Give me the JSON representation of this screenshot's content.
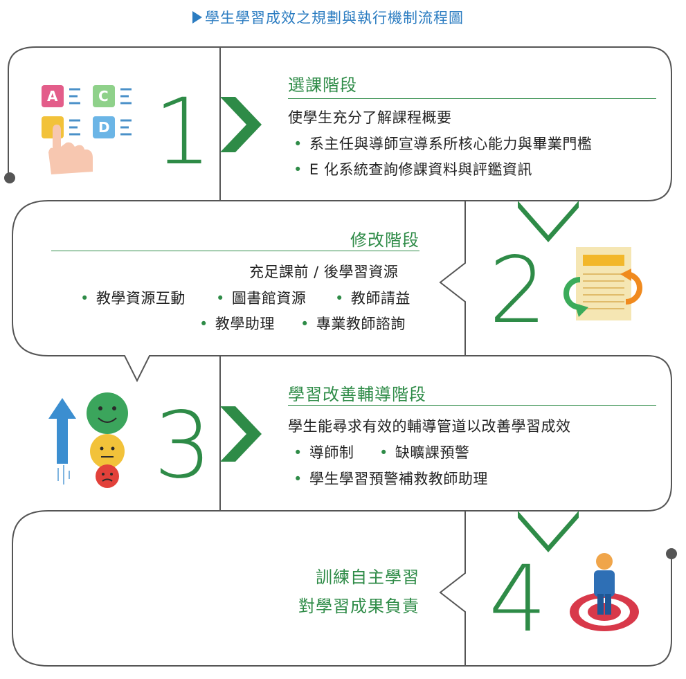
{
  "title": "學生學習成效之規劃與執行機制流程圖",
  "stages": [
    {
      "number": "1",
      "heading": "選課階段",
      "intro": "使學生充分了解課程概要",
      "items": [
        "系主任與導師宣導系所核心能力與畢業門檻",
        "E 化系統查詢修課資料與評鑑資訊"
      ],
      "icon": "abcd-selection-hand-icon"
    },
    {
      "number": "2",
      "heading": "修改階段",
      "intro": "充足課前 / 後學習資源",
      "items": [
        "教學資源互動",
        "圖書館資源",
        "教師請益",
        "教學助理",
        "專業教師諮詢"
      ],
      "icon": "document-revision-icon"
    },
    {
      "number": "3",
      "heading": "學習改善輔導階段",
      "intro": "學生能尋求有效的輔導管道以改善學習成效",
      "items": [
        "導師制",
        "缺曠課預警",
        "學生學習預警補救教師助理"
      ],
      "icon": "mood-improvement-arrow-icon"
    },
    {
      "number": "4",
      "lines": [
        "訓練自主學習",
        "對學習成果負責"
      ],
      "icon": "person-on-target-icon"
    }
  ],
  "colors": {
    "green": "#2e8b47",
    "outline": "#555555",
    "title": "#2b7cc1"
  }
}
